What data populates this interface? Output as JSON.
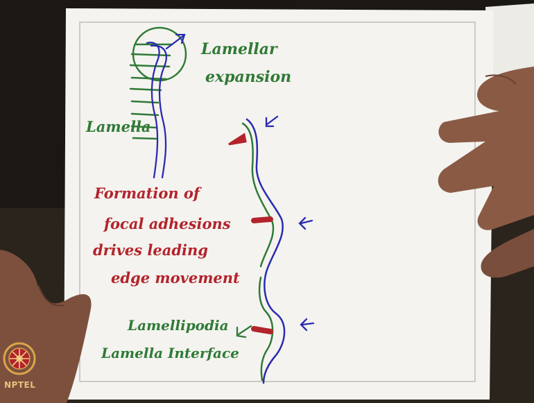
{
  "colors": {
    "paper": "#f4f3ef",
    "ink_green": "#2f7a36",
    "ink_blue": "#2a2bb0",
    "ink_red": "#b3232b",
    "background": "#1b1712",
    "skin": "#8a5a45",
    "nptel_gold": "#d9a54a"
  },
  "labels": {
    "lamellar_1": "Lamellar",
    "lamellar_2": "expansion",
    "lamella": "Lamella",
    "formation_1": "Formation of",
    "formation_2": "focal adhesions",
    "formation_3": "drives leading",
    "formation_4": "edge movement",
    "interface_1": "Lamellipodia",
    "interface_2": "Lamella Interface"
  },
  "logo": {
    "text": "NPTEL"
  },
  "icons": [
    "nptel-logo-icon"
  ]
}
